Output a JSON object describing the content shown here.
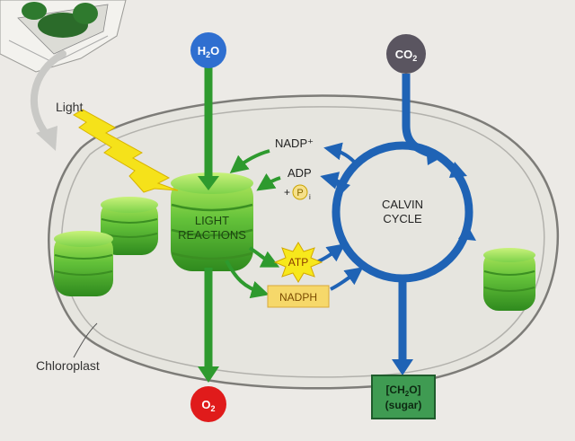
{
  "labels": {
    "light": "Light",
    "chloroplast": "Chloroplast",
    "light_reactions_line1": "LIGHT",
    "light_reactions_line2": "REACTIONS",
    "calvin_line1": "CALVIN",
    "calvin_line2": "CYCLE",
    "nadp_plus": "NADP⁺",
    "adp": "ADP",
    "plus": "+",
    "p": "P",
    "p_sub": "i",
    "atp": "ATP",
    "nadph": "NADPH",
    "h2o_main": "H",
    "h2o_sub": "2",
    "h2o_end": "O",
    "co2_main": "CO",
    "co2_sub": "2",
    "o2_main": "O",
    "o2_sub": "2",
    "sugar_line1_a": "[CH",
    "sugar_line1_sub": "2",
    "sugar_line1_b": "O]",
    "sugar_line2": "(sugar)"
  },
  "colors": {
    "water": "#2f6fd0",
    "co2": "#5a5560",
    "oxygen": "#e01b1b",
    "green_arrow": "#2e9a2e",
    "blue_arrow": "#1f63b5",
    "lightning": "#f5e21a",
    "stroma": "#e9e8e2",
    "thylakoid": "#58b82c",
    "atp_burst": "#f7e81c",
    "nadph_box": "#f6d86a",
    "sugar_box": "#3f9b52"
  }
}
